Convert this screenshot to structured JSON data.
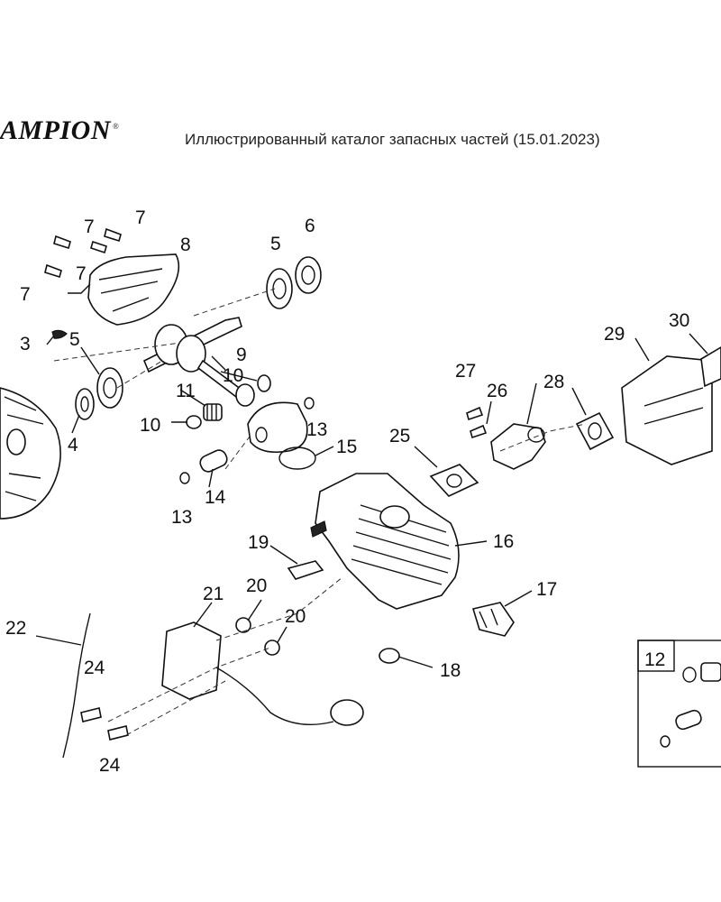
{
  "header": {
    "brand": "AMPION",
    "brand_mark": "®",
    "title": "Иллюстрированный каталог запасных частей (15.01.2023)"
  },
  "callouts": {
    "c7a": "7",
    "c7b": "7",
    "c7c": "7",
    "c7d": "7",
    "c8": "8",
    "c5a": "5",
    "c6": "6",
    "c3": "3",
    "c5b": "5",
    "c9": "9",
    "c10a": "10",
    "c11": "11",
    "c10b": "10",
    "c13a": "13",
    "c15": "15",
    "c4": "4",
    "c14": "14",
    "c13b": "13",
    "c27": "27",
    "c26": "26",
    "c28": "28",
    "c29": "29",
    "c30": "30",
    "c25": "25",
    "c16": "16",
    "c19": "19",
    "c21": "21",
    "c20a": "20",
    "c20b": "20",
    "c17": "17",
    "c22": "22",
    "c24a": "24",
    "c24b": "24",
    "c18": "18",
    "c12": "12"
  }
}
